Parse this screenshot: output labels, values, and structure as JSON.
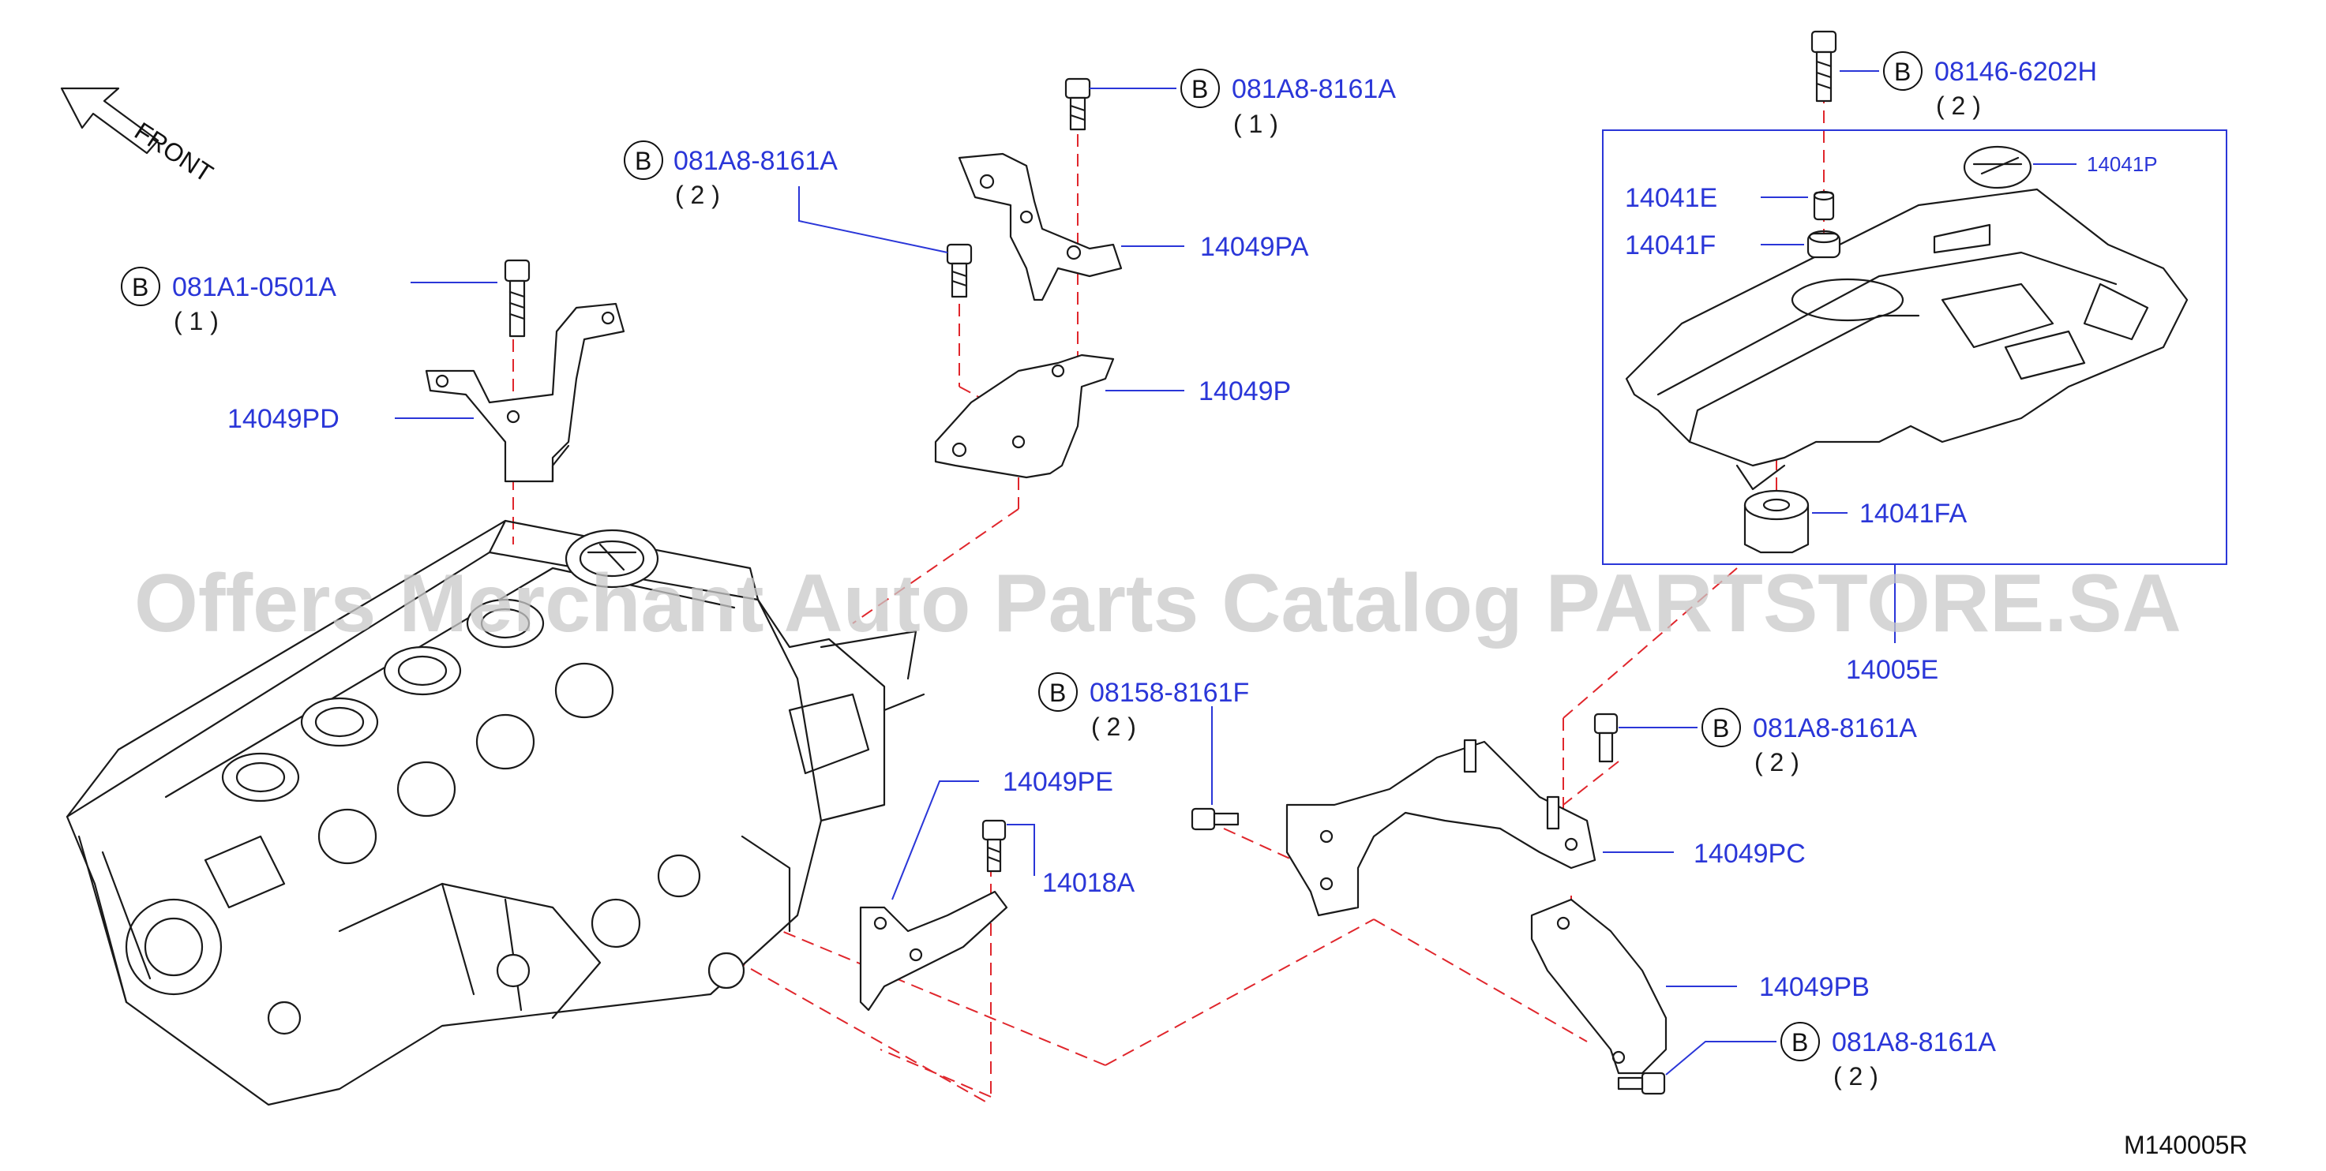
{
  "watermark": "Offers Merchant Auto Parts Catalog PARTSTORE.SA",
  "diagram_code": "M140005R",
  "front_label": "FRONT",
  "bolt_marker": "B",
  "callouts": [
    {
      "id": "081A8-8161A",
      "qty": "( 1 )"
    },
    {
      "id": "081A8-8161A",
      "qty": "( 2 )"
    },
    {
      "id": "081A1-0501A",
      "qty": "( 1 )"
    },
    {
      "id": "08146-6202H",
      "qty": "( 2 )"
    },
    {
      "id": "08158-8161F",
      "qty": "( 2 )"
    },
    {
      "id": "081A8-8161A",
      "qty": "( 2 )"
    },
    {
      "id": "081A8-8161A",
      "qty": "( 2 )"
    }
  ],
  "parts": {
    "p14049PA": "14049PA",
    "p14049P": "14049P",
    "p14049PD": "14049PD",
    "p14041E": "14041E",
    "p14041F": "14041F",
    "p14041P": "14041P",
    "p14041FA": "14041FA",
    "p14005E": "14005E",
    "p14049PE": "14049PE",
    "p14018A": "14018A",
    "p14049PC": "14049PC",
    "p14049PB": "14049PB"
  },
  "colors": {
    "label": "#2a36d8",
    "centerline": "#e0262c",
    "ink": "#1a1a1a"
  }
}
